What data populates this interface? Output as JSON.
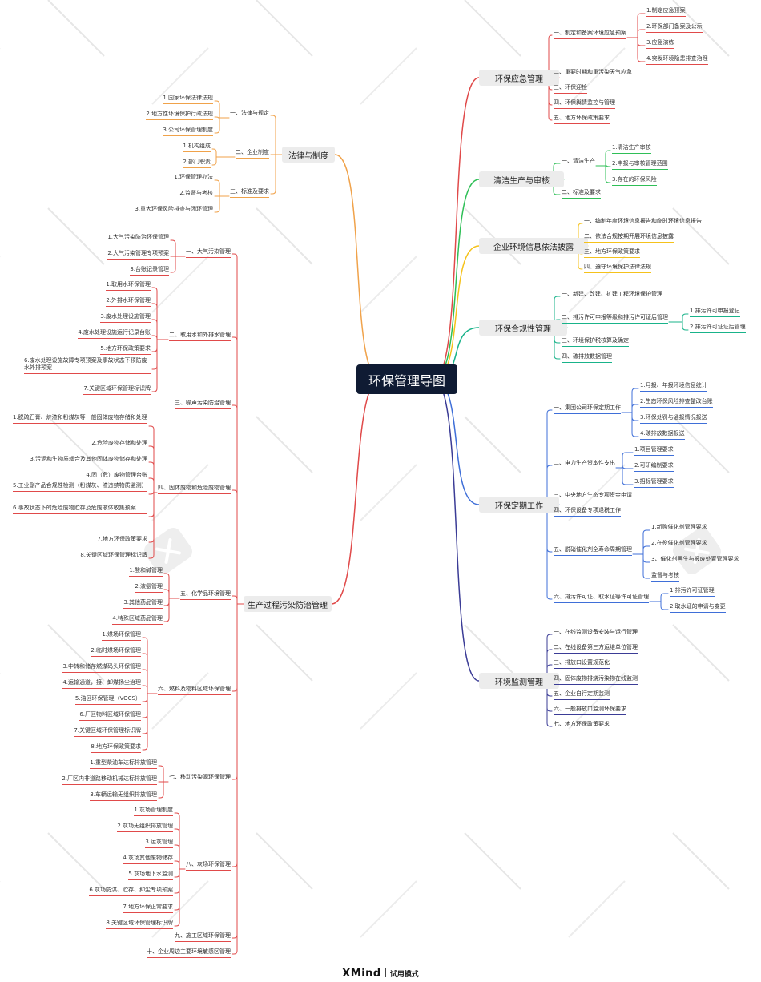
{
  "root": "环保管理导图",
  "colors": {
    "red": "#e04a4a",
    "orange": "#f0a24a",
    "green": "#2fbf57",
    "yellow": "#f5c21b",
    "teal": "#19b38a",
    "blue": "#3f6fd8",
    "navy": "#3b3c96"
  },
  "footer": {
    "brand": "XMind",
    "mode": "试用模式"
  },
  "right_branches": [
    {
      "label": "环保应急管理",
      "color": "red",
      "children": [
        {
          "label": "一、制定和备案环境应急预案",
          "children": [
            "1.制定应急预案",
            "2.环保部门备案及公示",
            "3.应急演练",
            "4.突发环境隐患排查治理"
          ]
        },
        {
          "label": "二、重要时期和重污染天气应急"
        },
        {
          "label": "三、环保迎检"
        },
        {
          "label": "四、环保舆情监控与管理"
        },
        {
          "label": "五、地方环保政策要求"
        }
      ]
    },
    {
      "label": "清洁生产与审核",
      "color": "green",
      "children": [
        {
          "label": "一、清洁生产",
          "children": [
            "1.清洁生产审核",
            "2.申报与审核管理范围",
            "3.存在的环保风险"
          ]
        },
        {
          "label": "二、标准及要求"
        }
      ]
    },
    {
      "label": "企业环境信息依法披露",
      "color": "yellow",
      "children": [
        {
          "label": "一、编制年度环境信息报告和临时环境信息报告"
        },
        {
          "label": "二、依法合规按期开展环境信息披露"
        },
        {
          "label": "三、地方环保政策要求"
        },
        {
          "label": "四、遵守环境保护法律法规"
        }
      ]
    },
    {
      "label": "环保合规性管理",
      "color": "teal",
      "children": [
        {
          "label": "一、新建、改建、扩建工程环境保护管理"
        },
        {
          "label": "二、排污许可申报等级和排污许可证后管理",
          "children": [
            "1.排污许可申报登记",
            "2.排污许可证证后管理"
          ]
        },
        {
          "label": "三、环境保护税核算及确定"
        },
        {
          "label": "四、碳排放数据管理"
        }
      ]
    },
    {
      "label": "环保定期工作",
      "color": "blue",
      "children": [
        {
          "label": "一、集团公司环保定期工作",
          "children": [
            "1.月报、年报环境信息统计",
            "2.生态环保风险排查整改台账",
            "3.环保处罚与通报情况报送",
            "4.碳排放数据报送"
          ]
        },
        {
          "label": "二、电力生产资本性支出",
          "children": [
            "1.项目管理要求",
            "2.可研编制要求",
            "3.招标管理要求"
          ]
        },
        {
          "label": "三、中央地方生态专项资金申请"
        },
        {
          "label": "四、环保设备专项退税工作"
        },
        {
          "label": "五、脱硝催化剂全寿命周期管理",
          "children": [
            "1.新购催化剂管理要求",
            "2.在役催化剂管理要求",
            "3、催化剂再生与报废处置管理要求",
            "监督与考核"
          ]
        },
        {
          "label": "六、排污许可证、取水证等许可证管理",
          "children": [
            "1.排污许可证管理",
            "2.取水证的申请与变更"
          ]
        }
      ]
    },
    {
      "label": "环境监测管理",
      "color": "navy",
      "children": [
        {
          "label": "一、在线监测设备安装与运行管理"
        },
        {
          "label": "二、在线设备第三方运维单位管理"
        },
        {
          "label": "三、排放口设置规范化"
        },
        {
          "label": "四、固体废物排烧污染物在线监测"
        },
        {
          "label": "五、企业自行定期监测"
        },
        {
          "label": "六、一般排放口监测环保要求"
        },
        {
          "label": "七、地方环保政策要求"
        }
      ]
    }
  ],
  "left_branches": [
    {
      "label": "法律与制度",
      "color": "orange",
      "children": [
        {
          "label": "一、法律与规定",
          "children": [
            "1.国家环保法律法规",
            "2.地方性环境保护行政法规",
            "3.公司环保管理制度"
          ]
        },
        {
          "label": "二、企业制度",
          "children": [
            "1.机构组成",
            "2.部门职责"
          ]
        },
        {
          "label": "三、标准及要求",
          "children": [
            "1.环保管理办法",
            "2.监督与考核",
            "3.重大环保风险排查与闭环管理"
          ]
        }
      ]
    },
    {
      "label": "生产过程污染防治管理",
      "color": "red",
      "children": [
        {
          "label": "一、大气污染管理",
          "children": [
            "1.大气污染防治环保管理",
            "2.大气污染管理专项预案",
            "3.台账记录管理"
          ]
        },
        {
          "label": "二、取用水和外排水管理",
          "children": [
            "1.取用水环保管理",
            "2.外排水环保管理",
            "3.废水处理设施管理",
            "4.废水处理设施运行记录台账",
            "5.地方环保政策要求",
            "6.废水处理设施故障专项预案及事故状态下预防废水外排预案",
            "7.关键区域环保管理标识牌"
          ]
        },
        {
          "label": "三、噪声污染防治管理"
        },
        {
          "label": "四、固体废物和危险废物管理",
          "children": [
            "1.脱硫石膏、炉渣和粉煤灰等一般固体废物存储和处理",
            "2.危险废物存储和处理",
            "3.污泥和生物质耦合及其他固体废物储存和处理",
            "4.固（危）废物管理台账",
            "5.工业副产品合规性检测（粉煤灰、渣违禁物质监测）",
            "6.事故状态下的危险废物贮存及危废液体收集预案",
            "7.地方环保政策要求",
            "8.关键区域环保管理标识牌"
          ]
        },
        {
          "label": "五、化学品环境管理",
          "children": [
            "1.酸和碱管理",
            "2.液氨管理",
            "3.其他药品管理",
            "4.特殊区域药品管理"
          ]
        },
        {
          "label": "六、燃料及物料区域环保管理",
          "children": [
            "1.煤场环保管理",
            "2.临时煤场环保管理",
            "3.中转和储存燃煤码头环保管理",
            "4.运输通道，接、卸煤扬尘治理",
            "5.油区环保管理（VOCS）",
            "6.厂区物料区域环保管理",
            "7.关键区域环保管理标识牌",
            "8.地方环保政策要求"
          ]
        },
        {
          "label": "七、移动污染源环保管理",
          "children": [
            "1.重型柴油车达标排放管理",
            "2.厂区内非道路移动机械达标排放管理",
            "3.车辆运输无组织排放管理"
          ]
        },
        {
          "label": "八、灰场环保管理",
          "children": [
            "1.灰场管理制度",
            "2.灰场无组织排放管理",
            "3.运灰管理",
            "4.灰场其他废物储存",
            "5.灰场地下水监测",
            "6.灰场防洪、贮存、抑尘专项预案",
            "7.地方环保正常要求",
            "8.关键区域环保管理标识牌"
          ]
        },
        {
          "label": "九、施工区域环保管理"
        },
        {
          "label": "十、企业周边主要环境敏感区管理"
        }
      ]
    }
  ]
}
